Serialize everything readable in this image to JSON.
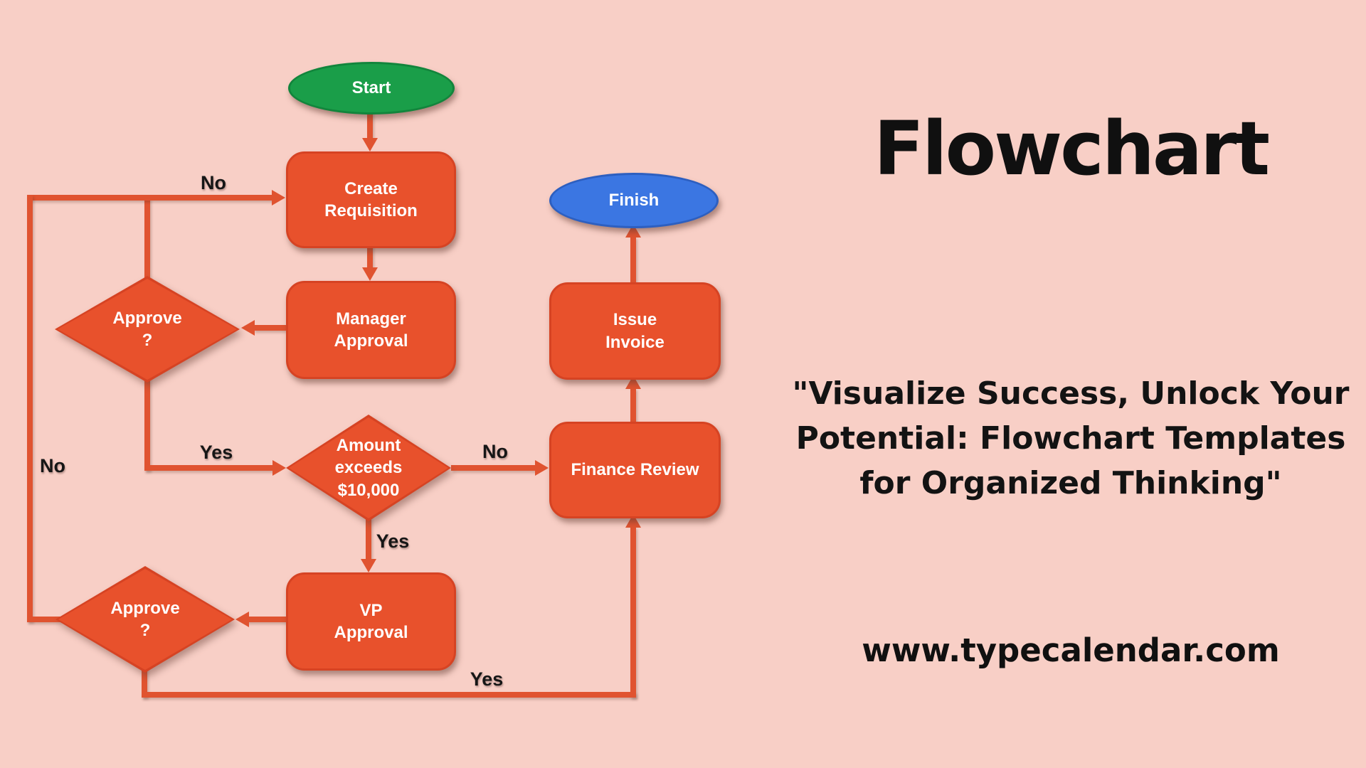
{
  "colors": {
    "background": "#f8cfc6",
    "shape_orange": "#e8512c",
    "shape_orange_border": "#d64323",
    "connector": "#e05330",
    "start_green": "#1a9e49",
    "start_green_border": "#12853c",
    "finish_blue": "#3b76e2",
    "finish_blue_border": "#2d5fc0",
    "label_ink": "#161616",
    "node_text": "#ffffff"
  },
  "flowchart": {
    "nodes": [
      {
        "id": "start",
        "type": "terminator",
        "lines": [
          "Start"
        ]
      },
      {
        "id": "create-requisition",
        "type": "process",
        "lines": [
          "Create",
          "Requisition"
        ]
      },
      {
        "id": "manager-approval",
        "type": "process",
        "lines": [
          "Manager",
          "Approval"
        ]
      },
      {
        "id": "approve-1",
        "type": "decision",
        "lines": [
          "Approve",
          "?"
        ]
      },
      {
        "id": "amount-exceeds",
        "type": "decision",
        "lines": [
          "Amount",
          "exceeds",
          "$10,000"
        ]
      },
      {
        "id": "vp-approval",
        "type": "process",
        "lines": [
          "VP",
          "Approval"
        ]
      },
      {
        "id": "approve-2",
        "type": "decision",
        "lines": [
          "Approve",
          "?"
        ]
      },
      {
        "id": "finance-review",
        "type": "process",
        "lines": [
          "Finance Review"
        ]
      },
      {
        "id": "issue-invoice",
        "type": "process",
        "lines": [
          "Issue",
          "Invoice"
        ]
      },
      {
        "id": "finish",
        "type": "terminator",
        "lines": [
          "Finish"
        ]
      }
    ],
    "edge_labels": {
      "manager_no": "No",
      "left_no": "No",
      "approve_yes": "Yes",
      "amount_no": "No",
      "amount_yes": "Yes",
      "bottom_yes": "Yes"
    }
  },
  "panel": {
    "title": "Flowchart",
    "quote_lines": [
      "\"Visualize Success, Unlock Your",
      "Potential: Flowchart Templates",
      "for Organized Thinking\""
    ],
    "website": "www.typecalendar.com"
  }
}
